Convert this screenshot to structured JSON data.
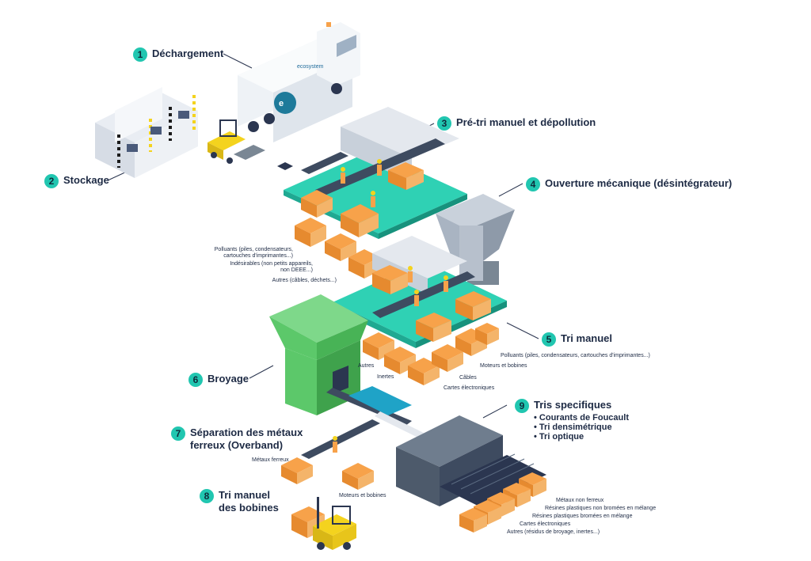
{
  "steps": [
    {
      "num": "1",
      "title": "Déchargement"
    },
    {
      "num": "2",
      "title": "Stockage"
    },
    {
      "num": "3",
      "title": "Pré-tri manuel et dépollution"
    },
    {
      "num": "4",
      "title": "Ouverture mécanique (désintégrateur)"
    },
    {
      "num": "5",
      "title": "Tri manuel"
    },
    {
      "num": "6",
      "title": "Broyage"
    },
    {
      "num": "7",
      "title_line1": "Séparation des métaux",
      "title_line2": "ferreux (Overband)"
    },
    {
      "num": "8",
      "title_line1": "Tri manuel",
      "title_line2": "des bobines"
    },
    {
      "num": "9",
      "title": "Tris specifiques",
      "bullets": [
        "Courants de Foucault",
        "Tri densimétrique",
        "Tri optique"
      ]
    }
  ],
  "labels": {
    "pretri": {
      "polluants": [
        "Polluants (piles, condensateurs,",
        "cartouches d'imprimantes...)"
      ],
      "indesirables": [
        "Indésirables (non petits appareils,",
        "non DEEE...)"
      ],
      "autres": "Autres (câbles, déchets...)"
    },
    "trimanuel": {
      "polluants": "Polluants (piles, condensateurs, cartouches d'imprimantes...)",
      "moteurs": "Moteurs et bobines",
      "cables": "Câbles",
      "cartes": "Cartes électroniques",
      "autres": "Autres",
      "inertes": "Inertes"
    },
    "overband": {
      "metaux": "Métaux ferreux",
      "moteurs": "Moteurs et bobines"
    },
    "specifiques": {
      "non_ferreux": "Métaux non ferreux",
      "resines_non": "Résines plastiques non bromées en mélange",
      "resines_bromees": "Résines plastiques bromées en mélange",
      "cartes": "Cartes électroniques",
      "autres": "Autres (résidus de broyage, inertes...)"
    },
    "truck_brand": "ecosystem"
  },
  "colors": {
    "accent": "#21c6b0",
    "floor": "#2fd1b4",
    "crate": "#f7a24a",
    "green_hopper": "#5cc86a",
    "machine_grey": "#7a8794",
    "dark_machine": "#4d5a6b",
    "forklift": "#f4d31e",
    "text": "#1d2a44"
  }
}
